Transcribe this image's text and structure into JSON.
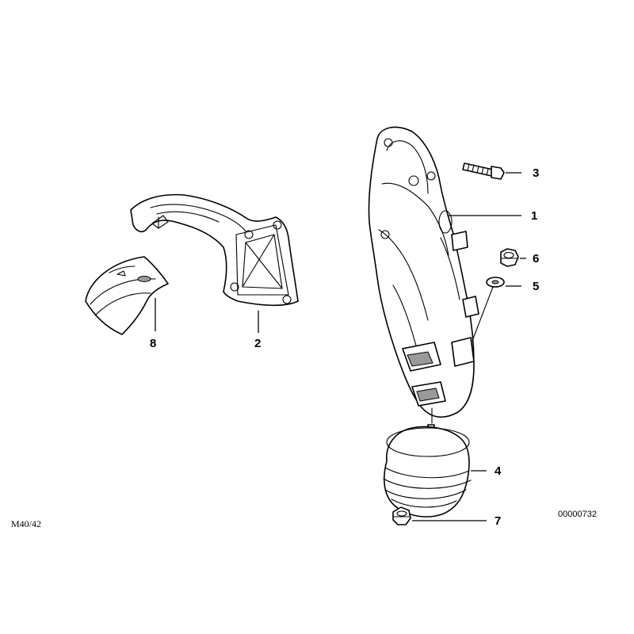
{
  "diagram": {
    "parts": [
      {
        "id": "part-1",
        "number": "1"
      },
      {
        "id": "part-2",
        "number": "2"
      },
      {
        "id": "part-3",
        "number": "3"
      },
      {
        "id": "part-4",
        "number": "4"
      },
      {
        "id": "part-5",
        "number": "5"
      },
      {
        "id": "part-6",
        "number": "6"
      },
      {
        "id": "part-7",
        "number": "7"
      },
      {
        "id": "part-8",
        "number": "8"
      }
    ],
    "model_code": "M40/42",
    "drawing_number": "00000732"
  }
}
